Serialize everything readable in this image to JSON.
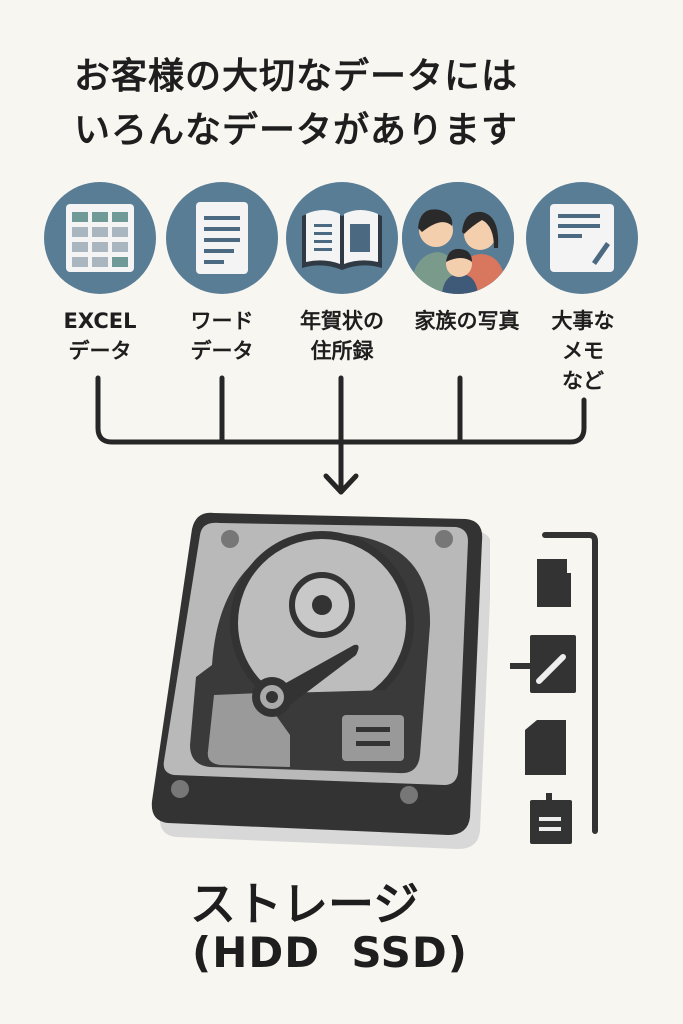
{
  "title": {
    "line1": "お客様の大切なデータには",
    "line2": "いろんなデータがあります"
  },
  "items": [
    {
      "icon": "spreadsheet-icon",
      "line1": "EXCEL",
      "line2": "データ",
      "line3": ""
    },
    {
      "icon": "document-icon",
      "line1": "ワード",
      "line2": "データ",
      "line3": ""
    },
    {
      "icon": "address-book-icon",
      "line1": "年賀状の",
      "line2": "住所録",
      "line3": ""
    },
    {
      "icon": "family-photo-icon",
      "line1": "家族の写真",
      "line2": "",
      "line3": ""
    },
    {
      "icon": "memo-icon",
      "line1": "大事な",
      "line2": "メモ",
      "line3": "など"
    }
  ],
  "storage": {
    "label": "ストレージ",
    "sublabel": "(HDD  SSD)"
  },
  "colors": {
    "circle": "#5a7d96",
    "background": "#f8f6f1",
    "dark": "#333333"
  }
}
